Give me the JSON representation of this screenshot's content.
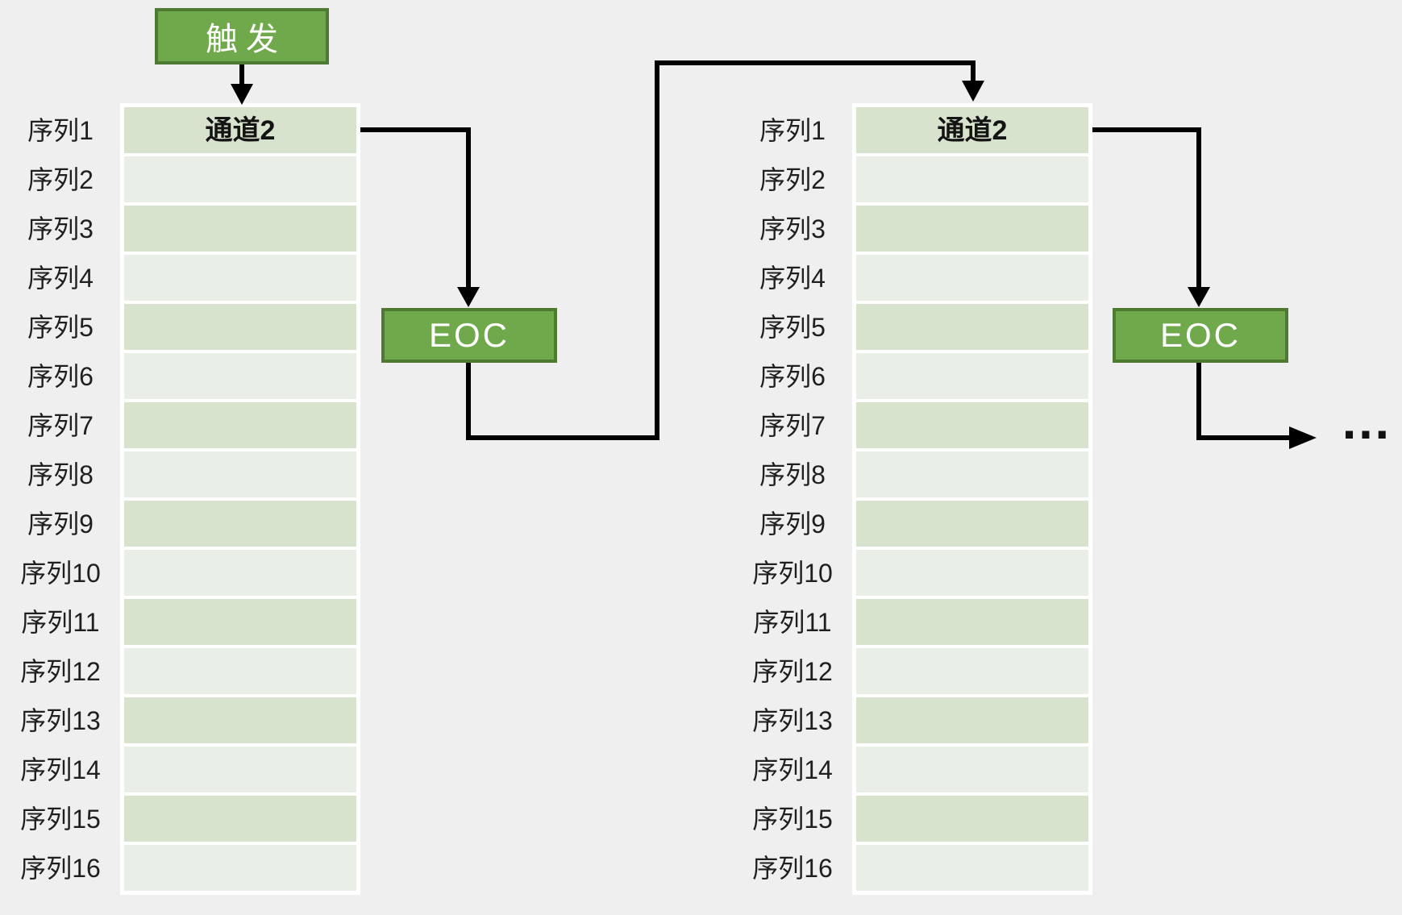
{
  "trigger_label": "触发",
  "eoc_label": "EOC",
  "ellipsis": "…",
  "colors": {
    "background": "#efefef",
    "box_fill": "#6fa94b",
    "box_border": "#4e7a33",
    "box_text": "#ffffff",
    "row_dark": "#d7e3cc",
    "row_light": "#e9efe6",
    "table_frame": "#ffffff",
    "label_text": "#1f1f1f",
    "channel_text": "#141414",
    "arrow": "#000000"
  },
  "tables": [
    {
      "rows": [
        {
          "label": "序列1",
          "channel": "通道2"
        },
        {
          "label": "序列2",
          "channel": ""
        },
        {
          "label": "序列3",
          "channel": ""
        },
        {
          "label": "序列4",
          "channel": ""
        },
        {
          "label": "序列5",
          "channel": ""
        },
        {
          "label": "序列6",
          "channel": ""
        },
        {
          "label": "序列7",
          "channel": ""
        },
        {
          "label": "序列8",
          "channel": ""
        },
        {
          "label": "序列9",
          "channel": ""
        },
        {
          "label": "序列10",
          "channel": ""
        },
        {
          "label": "序列11",
          "channel": ""
        },
        {
          "label": "序列12",
          "channel": ""
        },
        {
          "label": "序列13",
          "channel": ""
        },
        {
          "label": "序列14",
          "channel": ""
        },
        {
          "label": "序列15",
          "channel": ""
        },
        {
          "label": "序列16",
          "channel": ""
        }
      ]
    },
    {
      "rows": [
        {
          "label": "序列1",
          "channel": "通道2"
        },
        {
          "label": "序列2",
          "channel": ""
        },
        {
          "label": "序列3",
          "channel": ""
        },
        {
          "label": "序列4",
          "channel": ""
        },
        {
          "label": "序列5",
          "channel": ""
        },
        {
          "label": "序列6",
          "channel": ""
        },
        {
          "label": "序列7",
          "channel": ""
        },
        {
          "label": "序列8",
          "channel": ""
        },
        {
          "label": "序列9",
          "channel": ""
        },
        {
          "label": "序列10",
          "channel": ""
        },
        {
          "label": "序列11",
          "channel": ""
        },
        {
          "label": "序列12",
          "channel": ""
        },
        {
          "label": "序列13",
          "channel": ""
        },
        {
          "label": "序列14",
          "channel": ""
        },
        {
          "label": "序列15",
          "channel": ""
        },
        {
          "label": "序列16",
          "channel": ""
        }
      ]
    }
  ]
}
